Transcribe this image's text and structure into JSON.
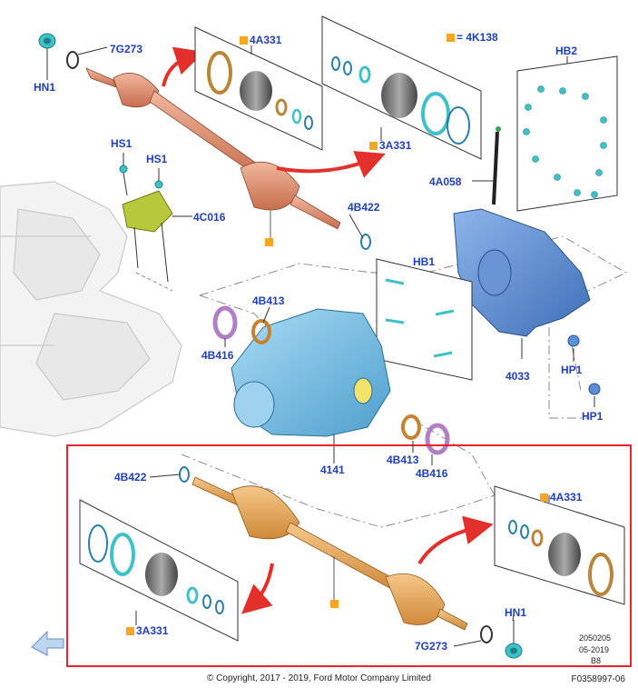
{
  "labels": {
    "hn1_top": "HN1",
    "g7273_top": "7G273",
    "a4331_top": "4A331",
    "k4138_legend": "= 4K138",
    "hb2": "HB2",
    "hs1_a": "HS1",
    "hs1_b": "HS1",
    "a3331_top": "3A331",
    "c4016": "4C016",
    "a4058": "4A058",
    "b4422_top": "4B422",
    "hb1": "HB1",
    "b4413_top": "4B413",
    "b4416_top": "4B416",
    "p4033": "4033",
    "hp1_a": "HP1",
    "hp1_b": "HP1",
    "p4141": "4141",
    "b4413_bot": "4B413",
    "b4416_bot": "4B416",
    "b4422_bot": "4B422",
    "a4331_bot": "4A331",
    "a3331_bot": "3A331",
    "hn1_bot": "HN1",
    "g7273_bot": "7G273"
  },
  "meta": {
    "code1": "2050205",
    "date": "05-2019",
    "rev": "B8"
  },
  "footer": {
    "copyright": "© Copyright, 2017 - 2019, Ford Motor Company Limited",
    "figure_id": "F0358997-06"
  },
  "colors": {
    "label": "#1f3fbf",
    "marker": "#f5a623",
    "highlight_box": "#e8242c",
    "arrow": "#e3302a",
    "shaft": "#e0906e",
    "shaft_lower": "#e6a45a",
    "housing": "#7fc4e8",
    "cover": "#5b8fd6",
    "fastener": "#3fc1c9",
    "seal": "#b07fc4",
    "bracket": "#b7c93a"
  }
}
